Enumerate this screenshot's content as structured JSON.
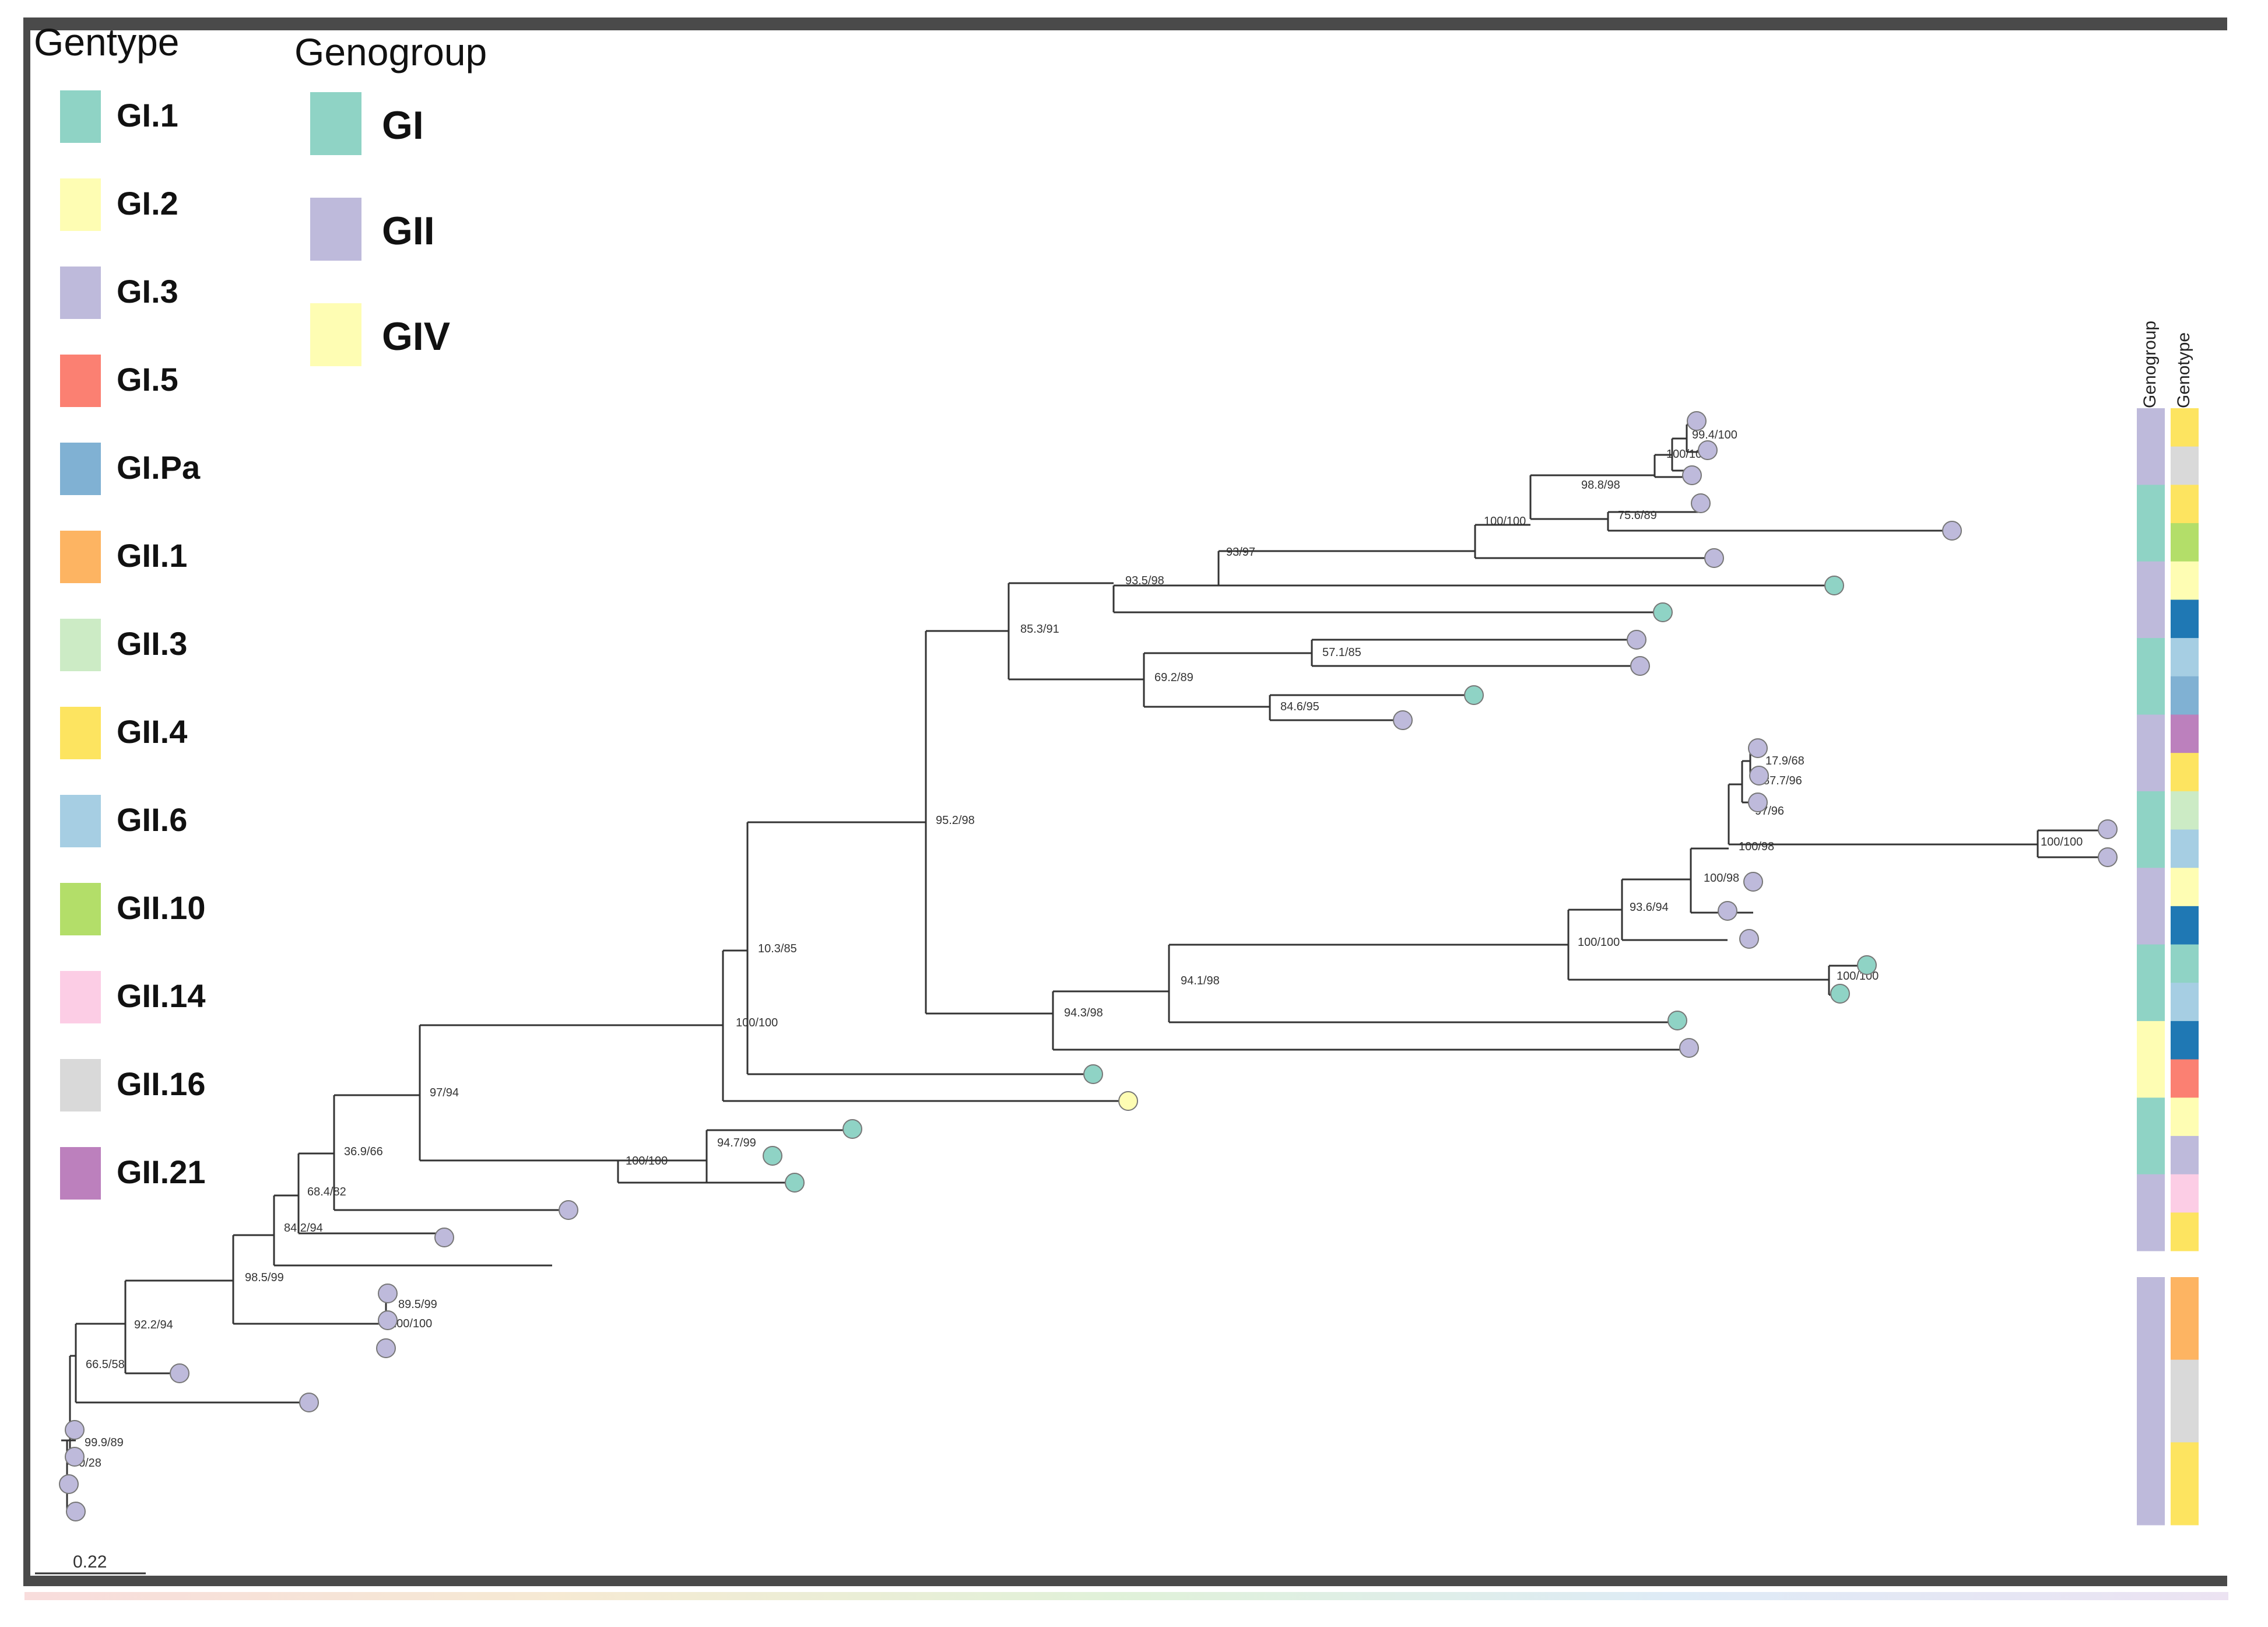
{
  "legend_genotype": {
    "title": "Gentype",
    "items": [
      {
        "label": "GI.1",
        "color": "#8fd3c5"
      },
      {
        "label": "GI.2",
        "color": "#fefdb3"
      },
      {
        "label": "GI.3",
        "color": "#bebadb"
      },
      {
        "label": "GI.5",
        "color": "#fb8072"
      },
      {
        "label": "GI.Pa",
        "color": "#80b1d3"
      },
      {
        "label": "GII.1",
        "color": "#fdb462"
      },
      {
        "label": "GII.3",
        "color": "#ccebc5"
      },
      {
        "label": "GII.4",
        "color": "#fde460"
      },
      {
        "label": "GII.6",
        "color": "#a6cee3"
      },
      {
        "label": "GII.10",
        "color": "#b3de69"
      },
      {
        "label": "GII.14",
        "color": "#fccde5"
      },
      {
        "label": "GII.16",
        "color": "#d9d9d9"
      },
      {
        "label": "GII.21",
        "color": "#bc80bd"
      }
    ]
  },
  "legend_genogroup": {
    "title": "Genogroup",
    "items": [
      {
        "label": "GI",
        "color": "#8fd3c5"
      },
      {
        "label": "GII",
        "color": "#bebadb"
      },
      {
        "label": "GIV",
        "color": "#fefdb3"
      }
    ]
  },
  "annotation_headers": {
    "genogroup": "Genogroup",
    "genotype": "Genotype"
  },
  "scale_bar": {
    "label": "0.22"
  },
  "support_labels": [
    "99.4/100",
    "100/100",
    "98.8/98",
    "75.6/89",
    "100/100",
    "93/97",
    "93.5/98",
    "85.3/91",
    "57.1/85",
    "69.2/89",
    "84.6/95",
    "17.9/68",
    "87.7/96",
    "97/96",
    "100/98",
    "100/100",
    "100/98",
    "93.6/94",
    "100/100",
    "94.1/98",
    "100/100",
    "94.3/98",
    "95.2/98",
    "10.3/85",
    "100/100",
    "97/94",
    "94.7/99",
    "100/100",
    "36.9/66",
    "68.4/82",
    "84.2/94",
    "98.5/99",
    "89.5/99",
    "100/100",
    "92.2/94",
    "66.5/58",
    "99.9/89",
    "0/28"
  ],
  "genogroup_strip": [
    "#bebadb",
    "#8fd3c5",
    "#bebadb",
    "#8fd3c5",
    "#bebadb",
    "#8fd3c5",
    "#bebadb",
    "#8fd3c5",
    "#fefdb3",
    "#8fd3c5",
    "#bebadb"
  ],
  "genotype_strip": [
    "#fde460",
    "#d9d9d9",
    "#fde460",
    "#b3de69",
    "#fefdb3",
    "#1f78b4",
    "#a6cee3",
    "#80b1d3",
    "#bc80bd",
    "#fde460",
    "#ccebc5",
    "#a6cee3",
    "#fefdb3",
    "#1f78b4",
    "#8fd3c5",
    "#a6cee3",
    "#1f78b4",
    "#fb8072",
    "#fefdb3",
    "#bebadb",
    "#fccde5",
    "#fde460"
  ],
  "genogroup_strip2": [
    "#bebadb"
  ],
  "genotype_strip2": [
    "#fdb462",
    "#d9d9d9",
    "#fde460"
  ]
}
